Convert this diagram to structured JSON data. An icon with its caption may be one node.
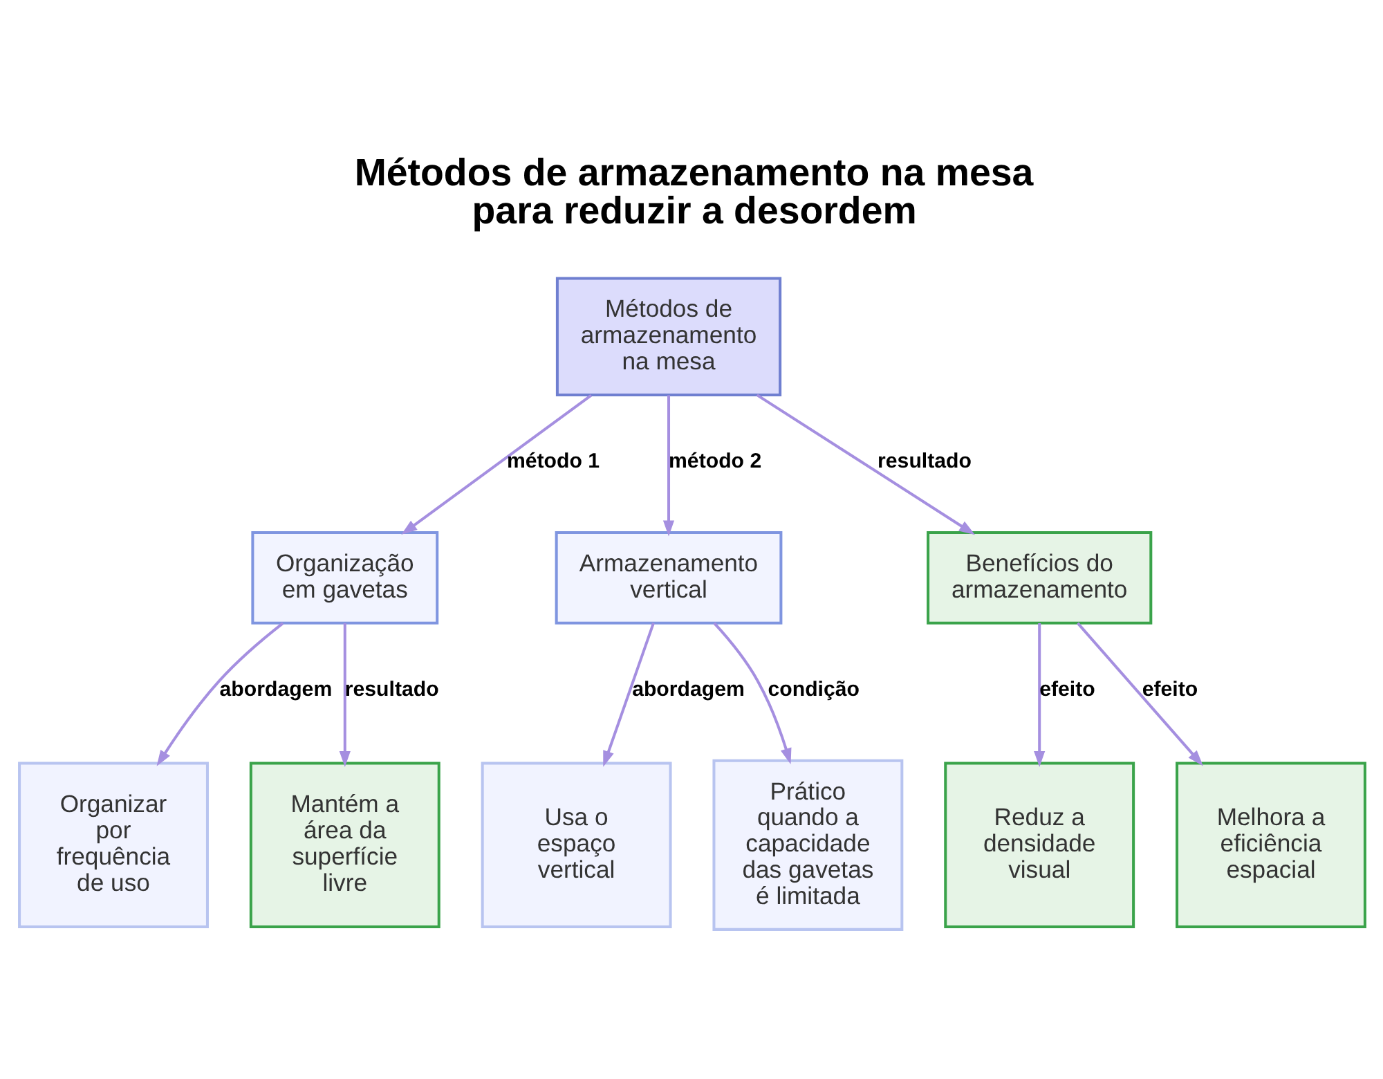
{
  "diagram": {
    "title": "Métodos de armazenamento na mesa para reduzir a desordem",
    "nodes": [
      {
        "text": [
          "Métodos de armazenamento na mesa"
        ]
      },
      {
        "text": [
          "Organização em gavetas"
        ]
      },
      {
        "text": [
          "Armazenamento vertical"
        ]
      },
      {
        "text": [
          "Benefícios do armazenamento"
        ]
      },
      {
        "text": [
          "Organizar por frequência de uso"
        ]
      },
      {
        "text": [
          "Mantém a área da superfície livre"
        ]
      },
      {
        "text": [
          "Usa o espaço vertical"
        ]
      },
      {
        "text": [
          "Prático quando a capacidade das gavetas é limitada"
        ]
      },
      {
        "text": [
          "Reduz a densidade visual"
        ]
      },
      {
        "text": [
          "Melhora a eficiência espacial"
        ]
      }
    ],
    "edges": [
      {
        "from": 0,
        "to": 1,
        "arrow": "to",
        "label": "método 1"
      },
      {
        "from": 0,
        "to": 2,
        "arrow": "to",
        "label": "método 2"
      },
      {
        "from": 0,
        "to": 3,
        "arrow": "to",
        "label": "resultado"
      },
      {
        "from": 1,
        "to": 4,
        "arrow": "to",
        "label": "abordagem"
      },
      {
        "from": 1,
        "to": 5,
        "arrow": "to",
        "label": "resultado"
      },
      {
        "from": 2,
        "to": 6,
        "arrow": "to",
        "label": "abordagem"
      },
      {
        "from": 2,
        "to": 7,
        "arrow": "to",
        "label": "condição"
      },
      {
        "from": 3,
        "to": 8,
        "arrow": "to",
        "label": "efeito"
      },
      {
        "from": 3,
        "to": 9,
        "arrow": "to",
        "label": "efeito"
      }
    ]
  }
}
